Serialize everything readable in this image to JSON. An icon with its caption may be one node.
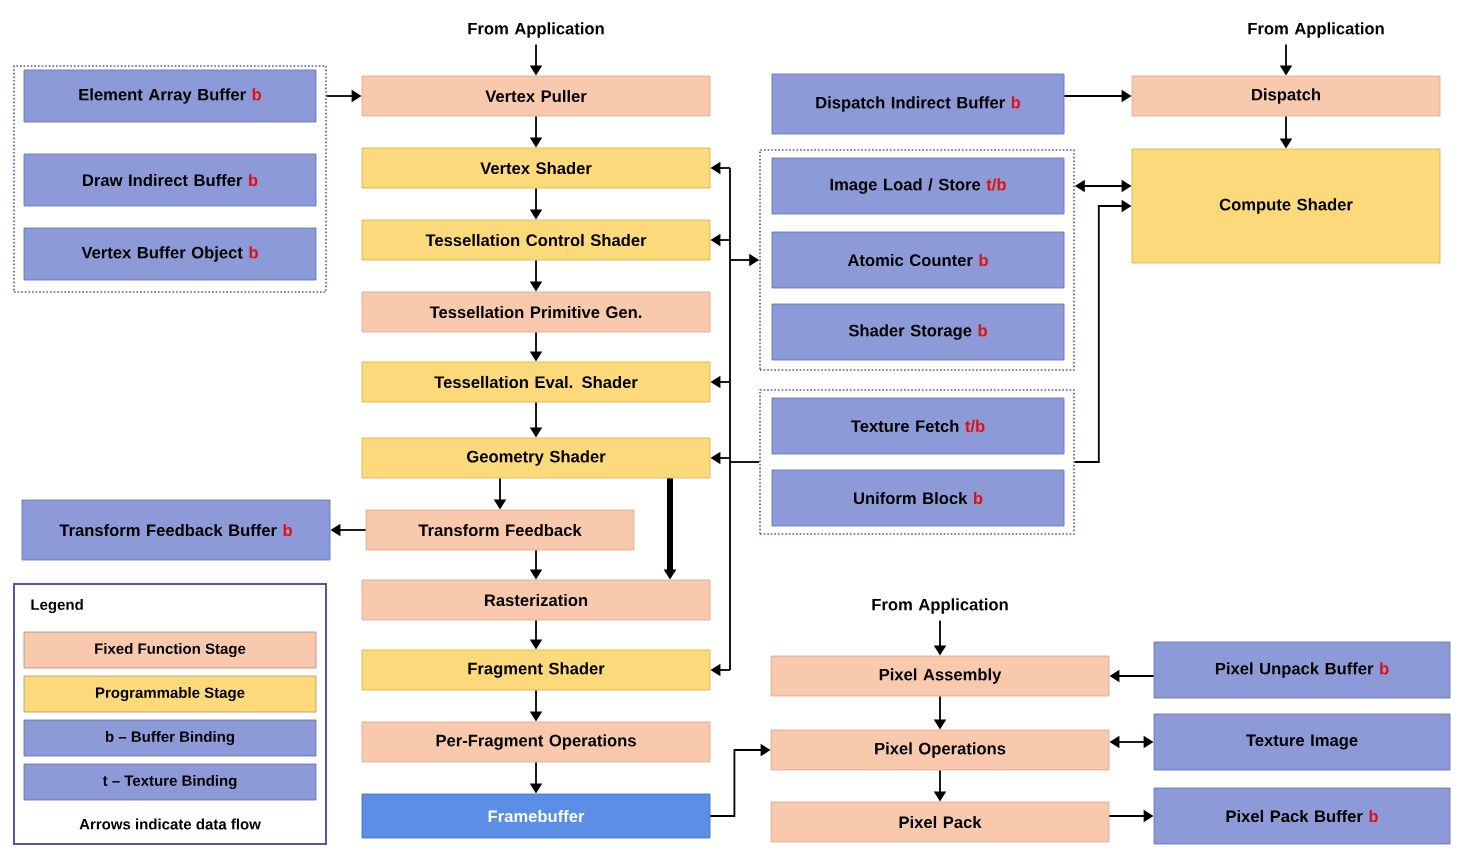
{
  "diagram": {
    "nodes": [
      {
        "text": [
          "From Application"
        ]
      },
      {
        "text": [
          "Vertex Puller"
        ]
      },
      {
        "text": [
          "Vertex Shader"
        ]
      },
      {
        "text": [
          "Tessellation Control Shader"
        ]
      },
      {
        "text": [
          "Tessellation Primitive Gen."
        ]
      },
      {
        "text": [
          "Tessellation Eval. Shader"
        ]
      },
      {
        "text": [
          "Geometry Shader"
        ]
      },
      {
        "text": [
          "Transform Feedback"
        ]
      },
      {
        "text": [
          "Rasterization"
        ]
      },
      {
        "text": [
          "Fragment Shader"
        ]
      },
      {
        "text": [
          "Per-Fragment Operations"
        ]
      },
      {
        "text": [
          "Framebuffer"
        ]
      },
      {
        "text": [],
        "shape": "box"
      },
      {
        "text": [
          "Element Array Buffer",
          "b"
        ],
        "in": 12
      },
      {
        "text": [
          "Draw Indirect Buffer",
          "b"
        ],
        "in": 12
      },
      {
        "text": [
          "Vertex Buffer Object",
          "b"
        ],
        "in": 12
      },
      {
        "text": [
          "Transform Feedback Buffer",
          "b"
        ]
      },
      {
        "text": [
          "From Application"
        ]
      },
      {
        "text": [
          "Dispatch Indirect Buffer",
          "b"
        ]
      },
      {
        "text": [
          "Dispatch"
        ]
      },
      {
        "text": [],
        "shape": "box"
      },
      {
        "text": [
          "Image Load / Store",
          "t/b"
        ],
        "in": 20
      },
      {
        "text": [
          "Atomic Counter",
          "b"
        ],
        "in": 20
      },
      {
        "text": [
          "Shader Storage",
          "b"
        ],
        "in": 20
      },
      {
        "text": [],
        "shape": "box"
      },
      {
        "text": [
          "Texture Fetch",
          "t/b"
        ],
        "in": 24
      },
      {
        "text": [
          "Uniform Block",
          "b"
        ],
        "in": 24
      },
      {
        "text": [
          "Compute Shader"
        ]
      },
      {
        "text": [
          "From Application"
        ]
      },
      {
        "text": [
          "Pixel Assembly"
        ]
      },
      {
        "text": [
          "Pixel Operations"
        ]
      },
      {
        "text": [
          "Pixel Pack"
        ]
      },
      {
        "text": [
          "Pixel Unpack Buffer",
          "b"
        ]
      },
      {
        "text": [
          "Texture Image"
        ]
      },
      {
        "text": [
          "Pixel Pack Buffer",
          "b"
        ]
      }
    ],
    "edges": [
      {
        "from": 0,
        "to": 1,
        "arrow": "to"
      },
      {
        "from": 12,
        "to": 1,
        "arrow": "to"
      },
      {
        "from": 1,
        "to": 2,
        "arrow": "to"
      },
      {
        "from": 2,
        "to": 3,
        "arrow": "to"
      },
      {
        "from": 3,
        "to": 4,
        "arrow": "to"
      },
      {
        "from": 4,
        "to": 5,
        "arrow": "to"
      },
      {
        "from": 5,
        "to": 6,
        "arrow": "to"
      },
      {
        "from": 6,
        "to": 7,
        "arrow": "to"
      },
      {
        "from": 7,
        "to": 16,
        "arrow": "to"
      },
      {
        "from": 6,
        "to": 8,
        "arrow": "to",
        "style": "thick"
      },
      {
        "from": 7,
        "to": 8,
        "arrow": "to"
      },
      {
        "from": 8,
        "to": 9,
        "arrow": "to"
      },
      {
        "from": 9,
        "to": 10,
        "arrow": "to"
      },
      {
        "from": 10,
        "to": 11,
        "arrow": "to"
      },
      {
        "from": 20,
        "to": 2,
        "arrow": "both"
      },
      {
        "from": 20,
        "to": 3,
        "arrow": "both"
      },
      {
        "from": 20,
        "to": 5,
        "arrow": "both"
      },
      {
        "from": 20,
        "to": 6,
        "arrow": "both"
      },
      {
        "from": 20,
        "to": 9,
        "arrow": "both"
      },
      {
        "from": 24,
        "to": 2,
        "arrow": "to"
      },
      {
        "from": 24,
        "to": 3,
        "arrow": "to"
      },
      {
        "from": 24,
        "to": 5,
        "arrow": "to"
      },
      {
        "from": 24,
        "to": 6,
        "arrow": "to"
      },
      {
        "from": 24,
        "to": 9,
        "arrow": "to"
      },
      {
        "from": 17,
        "to": 19,
        "arrow": "to"
      },
      {
        "from": 18,
        "to": 19,
        "arrow": "to"
      },
      {
        "from": 19,
        "to": 27,
        "arrow": "to"
      },
      {
        "from": 20,
        "to": 27,
        "arrow": "both"
      },
      {
        "from": 24,
        "to": 27,
        "arrow": "to"
      },
      {
        "from": 11,
        "to": 30,
        "arrow": "to"
      },
      {
        "from": 28,
        "to": 29,
        "arrow": "to"
      },
      {
        "from": 29,
        "to": 30,
        "arrow": "to"
      },
      {
        "from": 30,
        "to": 31,
        "arrow": "to"
      },
      {
        "from": 32,
        "to": 29,
        "arrow": "to"
      },
      {
        "from": 30,
        "to": 33,
        "arrow": "both"
      },
      {
        "from": 31,
        "to": 34,
        "arrow": "to"
      }
    ],
    "labels": [
      "Legend",
      "Arrows indicate data flow"
    ],
    "legend": [
      {
        "text": "Fixed Function Stage",
        "color": "#f9c9ae"
      },
      {
        "text": "Programmable Stage",
        "color": "#fcd97a"
      },
      {
        "text": "b – Buffer Binding",
        "color": "#8c9bd8"
      },
      {
        "text": "t – Texture Binding",
        "color": "#8c9bd8"
      }
    ]
  }
}
